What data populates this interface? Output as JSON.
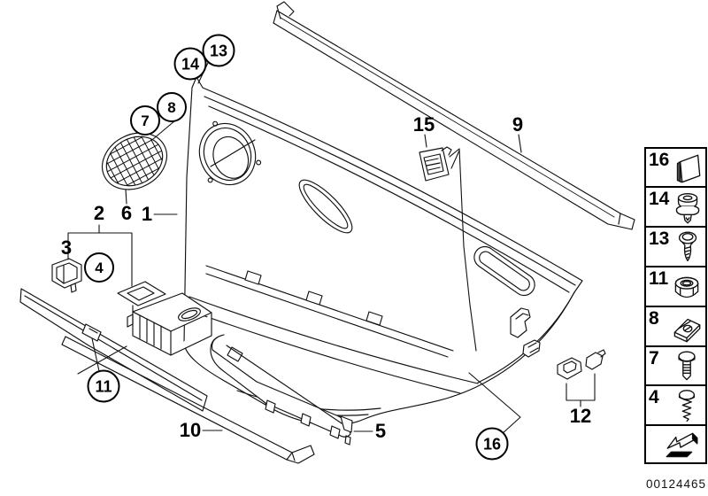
{
  "diagram_title": "door trim panel exploded parts diagram",
  "doc_number": "00124465",
  "callouts": {
    "plain": [
      {
        "label": "1"
      },
      {
        "label": "2"
      },
      {
        "label": "3"
      },
      {
        "label": "5"
      },
      {
        "label": "6"
      },
      {
        "label": "9"
      },
      {
        "label": "10"
      },
      {
        "label": "12"
      },
      {
        "label": "15"
      }
    ],
    "circled": [
      {
        "label": "4"
      },
      {
        "label": "7"
      },
      {
        "label": "8"
      },
      {
        "label": "11"
      },
      {
        "label": "13"
      },
      {
        "label": "14"
      },
      {
        "label": "16"
      }
    ]
  },
  "sidebar": {
    "items": [
      {
        "label": "16",
        "icon": "foam-pad-icon"
      },
      {
        "label": "14",
        "icon": "grommet-clip-icon"
      },
      {
        "label": "13",
        "icon": "washer-screw-icon"
      },
      {
        "label": "11",
        "icon": "hex-nut-icon"
      },
      {
        "label": "8",
        "icon": "speed-nut-clip-icon"
      },
      {
        "label": "7",
        "icon": "machine-screw-icon"
      },
      {
        "label": "4",
        "icon": "tapping-screw-icon"
      }
    ],
    "direction_arrow_icon": "installation-direction-arrow-icon"
  },
  "colors": {
    "background": "#ffffff",
    "line": "#111111"
  }
}
